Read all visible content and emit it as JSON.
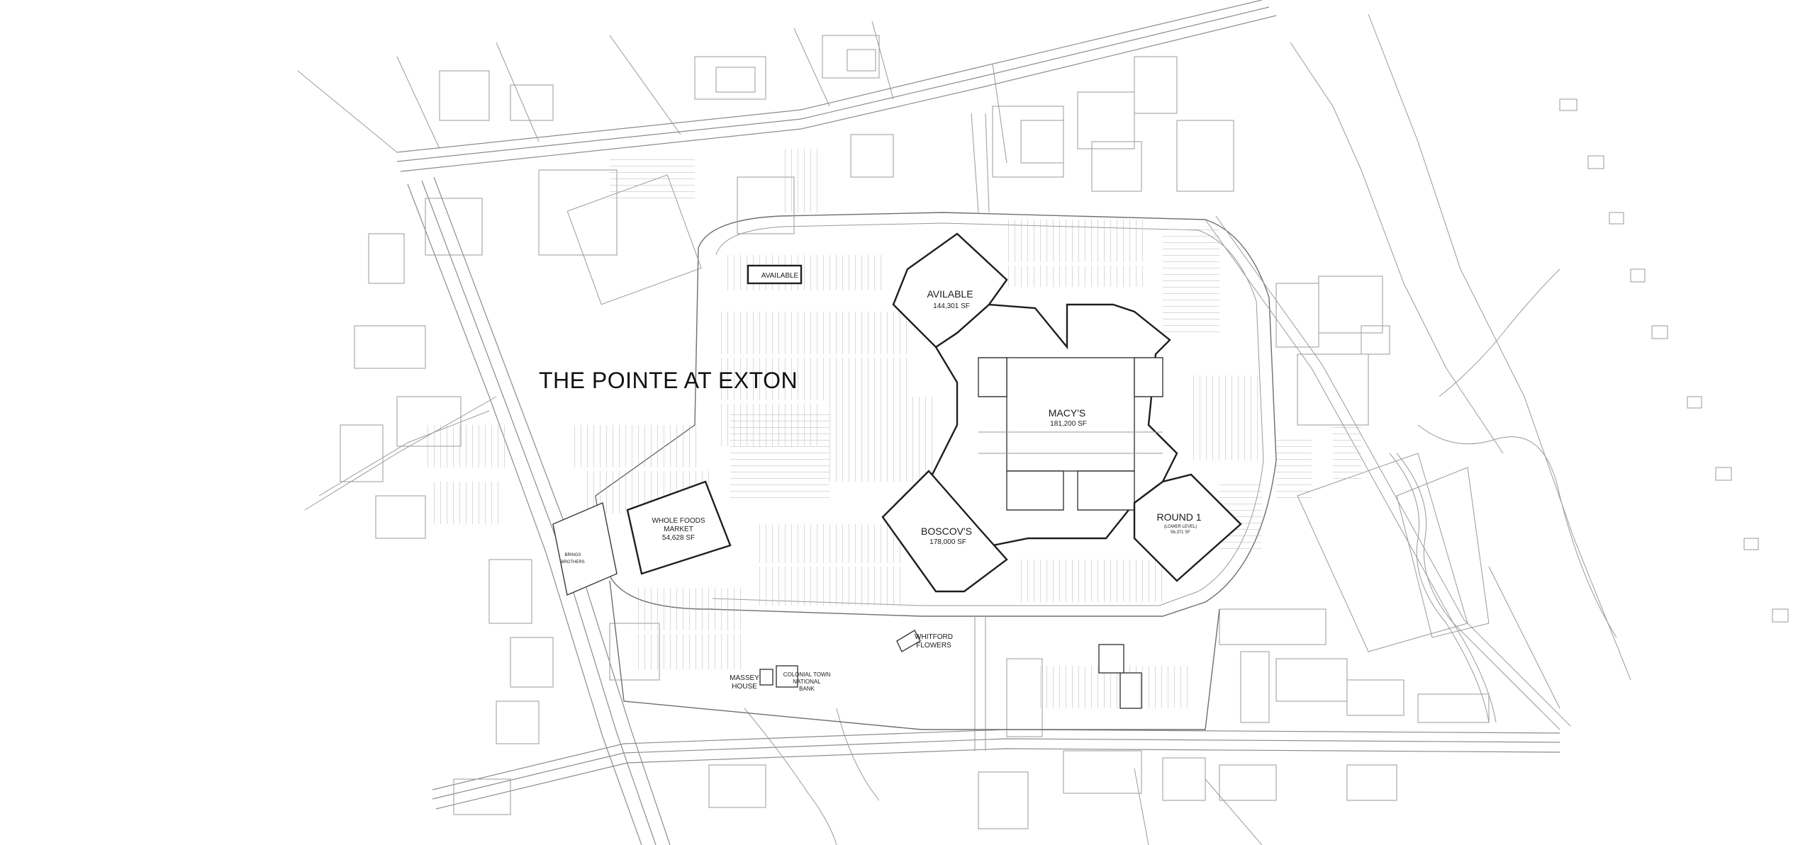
{
  "map": {
    "title": "THE POINTE AT EXTON",
    "tenants": {
      "available_lot": "AVAILABLE",
      "anchor_north_name": "AVILABLE",
      "anchor_north_sf": "144,301 SF",
      "macys_name": "MACY'S",
      "macys_sf": "181,200 SF",
      "round1_name": "ROUND 1",
      "round1_note": "(LOWER LEVEL)",
      "round1_sf": "56,371 SF",
      "boscovs_name": "BOSCOV'S",
      "boscovs_sf": "178,000 SF",
      "wholefoods_line1": "WHOLE FOODS",
      "wholefoods_line2": "MARKET",
      "wholefoods_sf": "54,628 SF",
      "brothers_line1": "BRINGS",
      "brothers_line2": "BROTHERS",
      "whitford_line1": "WHITFORD",
      "whitford_line2": "FLOWERS",
      "massey_line1": "MASSEY",
      "massey_line2": "HOUSE",
      "bank_line1": "COLONIAL TOWN",
      "bank_line2": "NATIONAL",
      "bank_line3": "BANK"
    }
  }
}
